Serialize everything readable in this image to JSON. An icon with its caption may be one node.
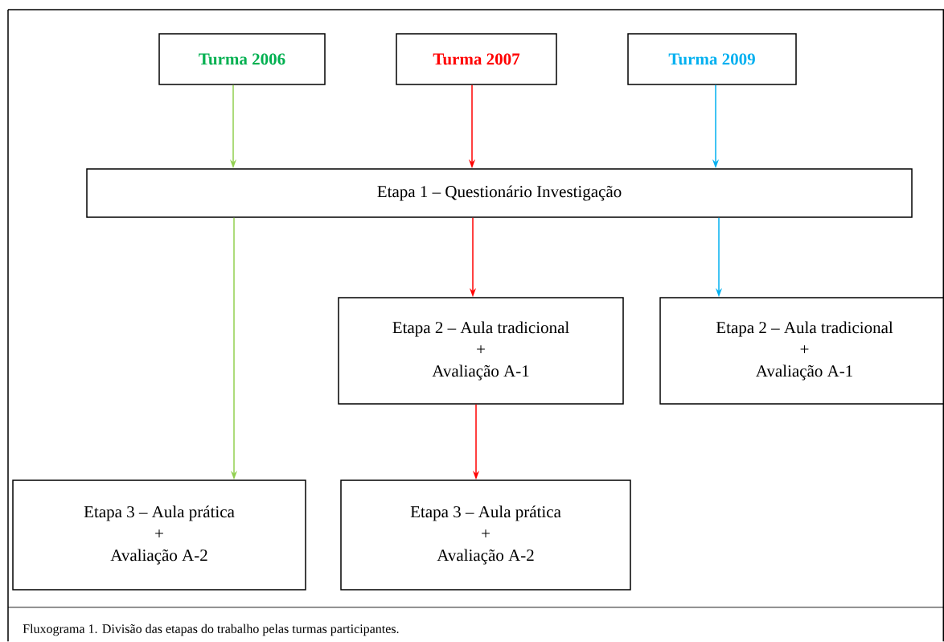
{
  "diagram": {
    "caption": "Fluxograma 1. Divisão das etapas do trabalho pelas turmas participantes.",
    "nodes": [
      {
        "text": [
          "Turma 2006"
        ]
      },
      {
        "text": [
          "Turma 2007"
        ]
      },
      {
        "text": [
          "Turma 2009"
        ]
      },
      {
        "text": [
          "Etapa 1 – Questionário Investigação"
        ]
      },
      {
        "text": [
          "Etapa 2 – Aula tradicional",
          "+",
          "Avaliação A-1"
        ]
      },
      {
        "text": [
          "Etapa 2 – Aula tradicional",
          "+",
          "Avaliação A-1"
        ]
      },
      {
        "text": [
          "Etapa 3 – Aula prática",
          "+",
          "Avaliação A-2"
        ]
      },
      {
        "text": [
          "Etapa 3 – Aula prática",
          "+",
          "Avaliação A-2"
        ]
      }
    ],
    "edges": [
      {
        "from": 0,
        "to": 3,
        "arrow": "to",
        "color": "#92d050"
      },
      {
        "from": 1,
        "to": 3,
        "arrow": "to",
        "color": "#ff0000"
      },
      {
        "from": 2,
        "to": 3,
        "arrow": "to",
        "color": "#00b0f0"
      },
      {
        "from": 3,
        "to": 6,
        "arrow": "to",
        "color": "#92d050"
      },
      {
        "from": 3,
        "to": 4,
        "arrow": "to",
        "color": "#ff0000"
      },
      {
        "from": 3,
        "to": 5,
        "arrow": "to",
        "color": "#00b0f0"
      },
      {
        "from": 4,
        "to": 7,
        "arrow": "to",
        "color": "#ff0000"
      }
    ]
  }
}
